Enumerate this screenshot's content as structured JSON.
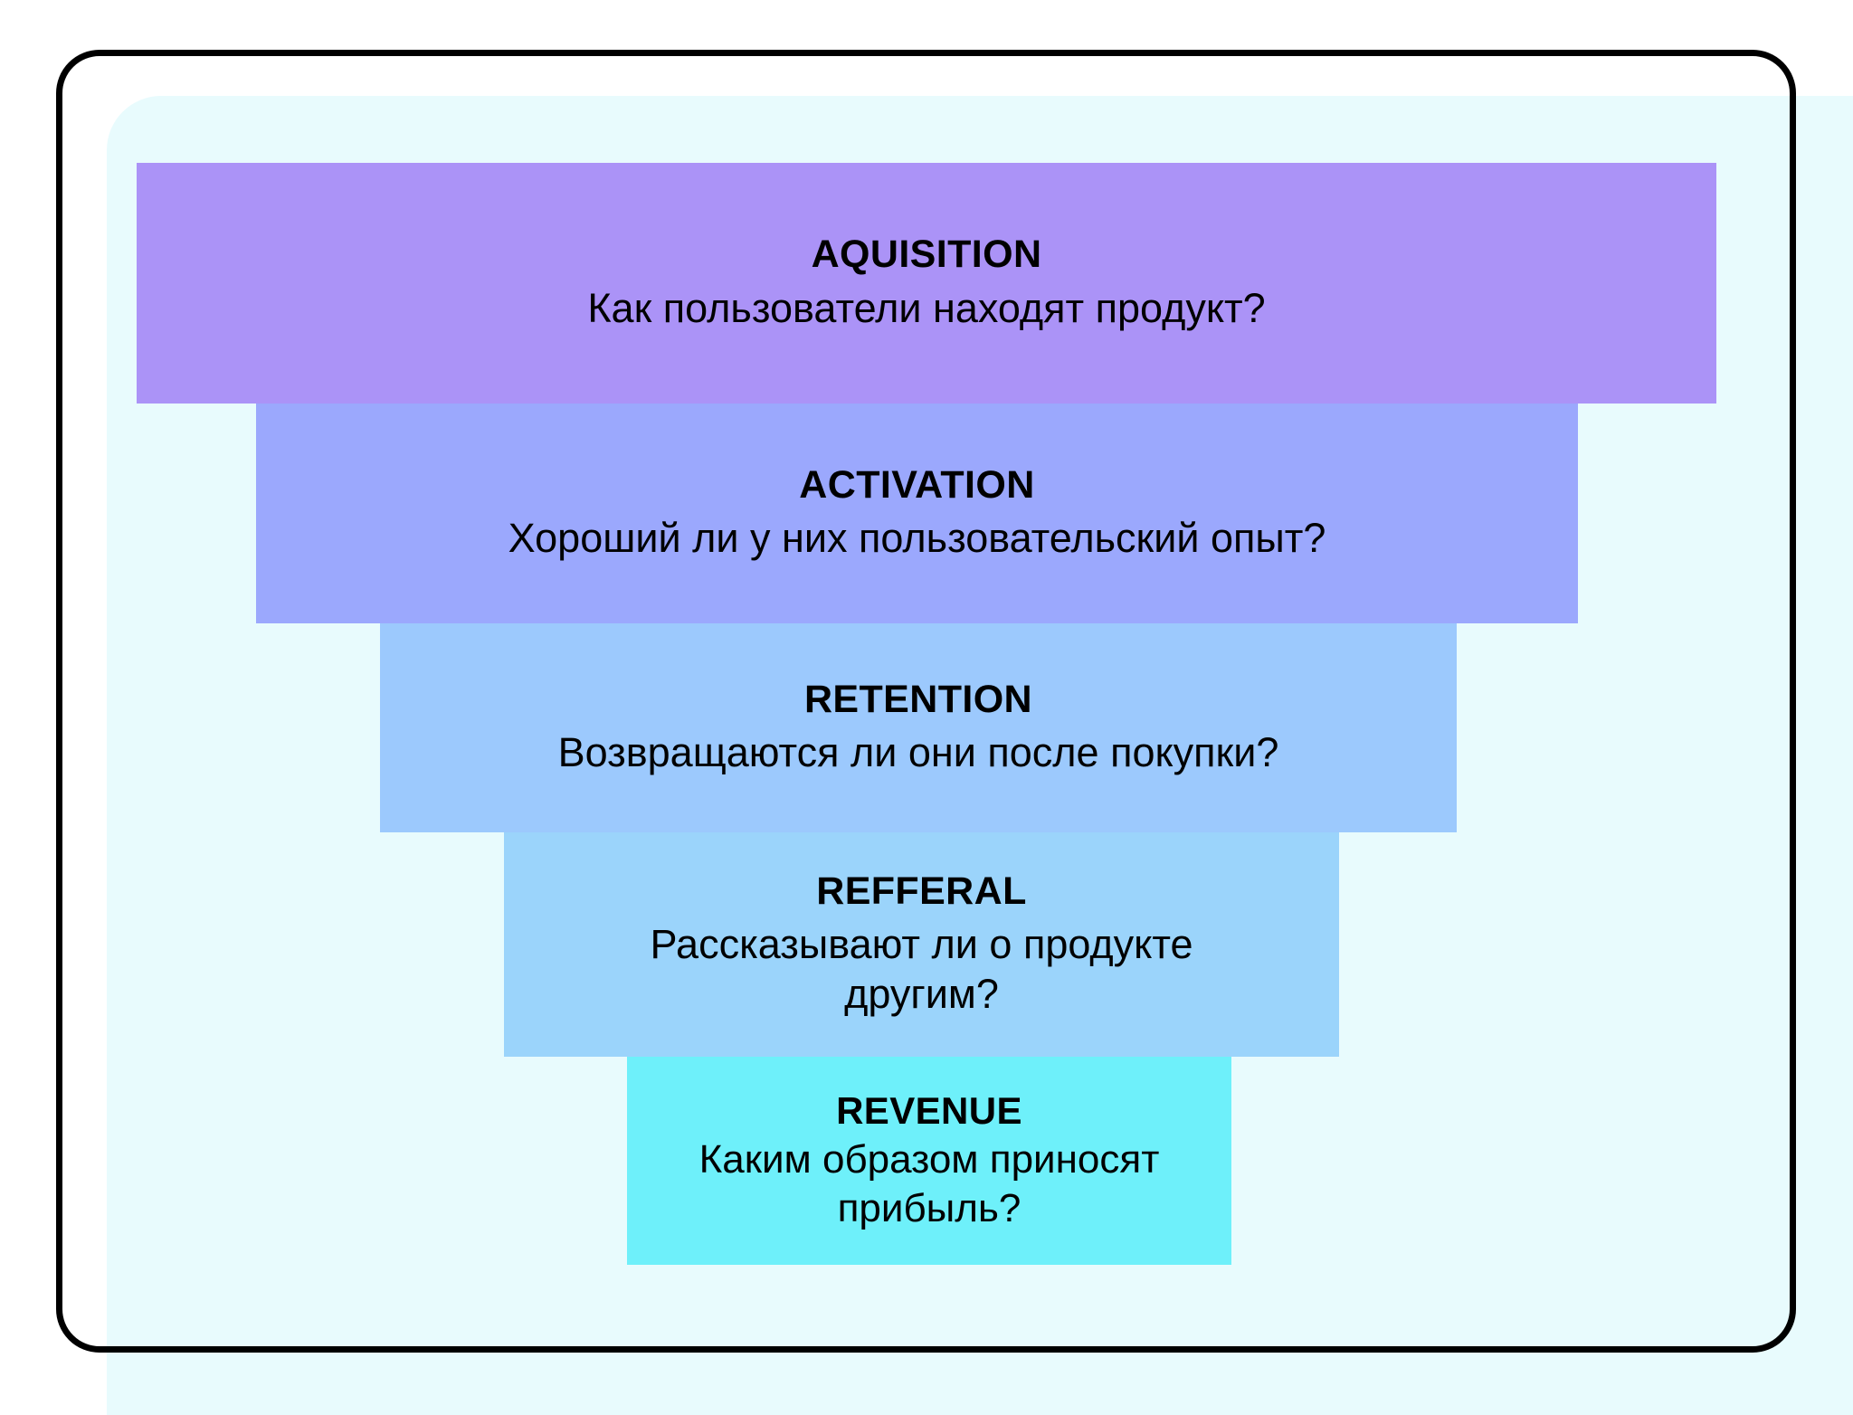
{
  "diagram": {
    "type": "funnel",
    "orientation": "vertical-descending",
    "frame": {
      "border_color": "#000000",
      "panel_color": "#e8fbfd"
    },
    "stages": [
      {
        "id": "aquisition",
        "title": "AQUISITION",
        "subtitle": "Как пользователи находят продукт?",
        "color": "#ab93f7",
        "rank": 1
      },
      {
        "id": "activation",
        "title": "ACTIVATION",
        "subtitle": "Хороший ли у них пользовательский опыт?",
        "color": "#9ba8fd",
        "rank": 2
      },
      {
        "id": "retention",
        "title": "RETENTION",
        "subtitle": "Возвращаются ли они после покупки?",
        "color": "#9cc9fd",
        "rank": 3
      },
      {
        "id": "refferal",
        "title": "REFFERAL",
        "subtitle": "Рассказывают ли о продукте другим?",
        "color": "#9bd4fb",
        "rank": 4
      },
      {
        "id": "revenue",
        "title": "REVENUE",
        "subtitle": "Каким образом приносят прибыль?",
        "color": "#6ef0fa",
        "rank": 5
      }
    ]
  }
}
